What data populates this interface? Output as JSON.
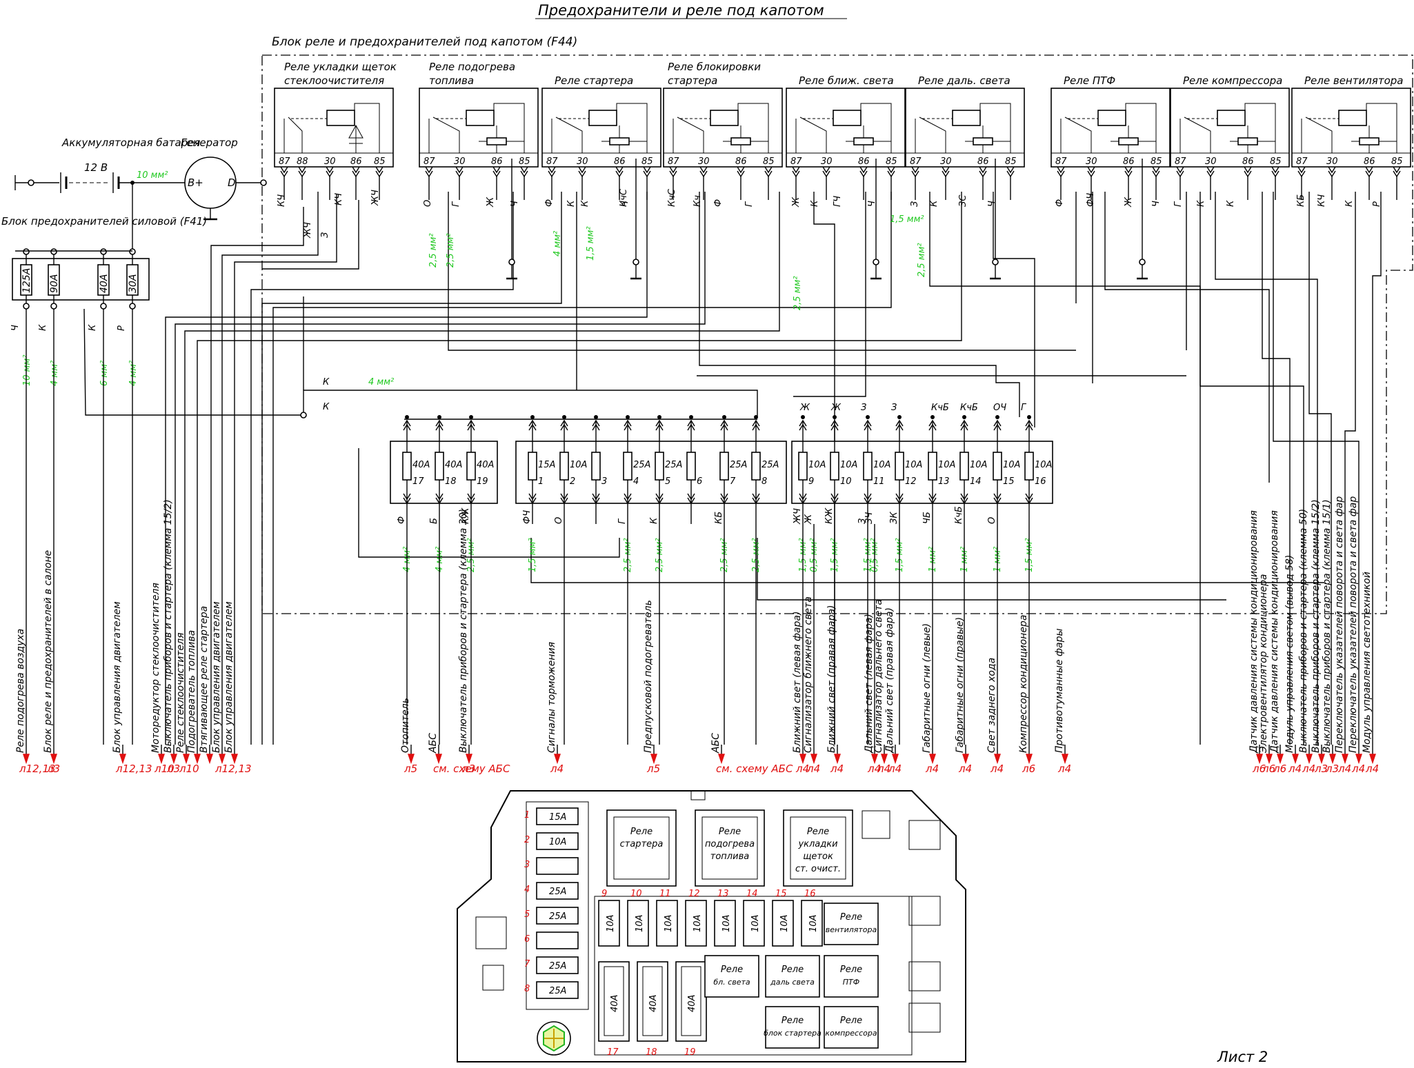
{
  "header": {
    "title": "Предохранители и реле под капотом",
    "block_label": "Блок реле и предохранителей под капотом (F44)",
    "sheet": "Лист 2"
  },
  "left": {
    "battery": "Аккумуляторная батарея",
    "battery_voltage": "12 В",
    "generator": "Генератор",
    "gen_b": "B+",
    "gen_d": "D",
    "main_wire": "10 мм²",
    "power_block": "Блок предохранителей силовой (F41)",
    "power_fuses": [
      "125А",
      "90А",
      "40А",
      "30А"
    ],
    "power_colors": [
      "Ч",
      "К",
      "К",
      "Р"
    ],
    "power_sections": [
      "10 мм²",
      "4 мм²",
      "6 мм²",
      "4 мм²"
    ]
  },
  "relays": [
    {
      "name": "Реле укладки щеток стеклоочистителя",
      "pins": [
        "87",
        "88",
        "30",
        "86",
        "85"
      ]
    },
    {
      "name": "Реле подогрева топлива",
      "pins": [
        "87",
        "30",
        "86",
        "85"
      ]
    },
    {
      "name": "Реле стартера",
      "pins": [
        "87",
        "30",
        "86",
        "85"
      ]
    },
    {
      "name": "Реле блокировки стартера",
      "pins": [
        "87",
        "30",
        "86",
        "85"
      ]
    },
    {
      "name": "Реле ближ. света",
      "pins": [
        "87",
        "30",
        "86",
        "85"
      ]
    },
    {
      "name": "Реле даль. света",
      "pins": [
        "87",
        "30",
        "86",
        "85"
      ]
    },
    {
      "name": "Реле ПТФ",
      "pins": [
        "87",
        "30",
        "86",
        "85"
      ]
    },
    {
      "name": "Реле компрессора",
      "pins": [
        "87",
        "30",
        "86",
        "85"
      ]
    },
    {
      "name": "Реле вентилятора",
      "pins": [
        "87",
        "30",
        "86",
        "85"
      ]
    }
  ],
  "relay_wires": {
    "r1": [
      "КЧ",
      "ЖЧ",
      "КЧ",
      "ЖЧ",
      "З"
    ],
    "r2": [
      "О",
      "Г",
      "Ж",
      "Ч"
    ],
    "r3": [
      "Ф",
      "К",
      "К",
      "КчС",
      "Ч"
    ],
    "r4": [
      "КчС",
      "Кч",
      "Ф",
      "Г"
    ],
    "r5": [
      "Ж",
      "К",
      "ГЧ",
      "Ч"
    ],
    "r6": [
      "З",
      "К",
      "ЗС",
      "Ч"
    ],
    "r7": [
      "Ф",
      "ФЧ",
      "Ж",
      "Ч"
    ],
    "r8": [
      "Г",
      "К",
      "К"
    ],
    "r9": [
      "КБ",
      "КЧ",
      "К",
      "Р"
    ]
  },
  "relay_sections": [
    "2,5 мм²",
    "2,5 мм²",
    "4 мм²",
    "1,5 мм²",
    "2,5 мм²",
    "1,5 мм²",
    "2,5 мм²"
  ],
  "bus": {
    "k1": "К",
    "k2": "К",
    "sec": "4 мм²"
  },
  "fuse_groups": [
    {
      "fuses": [
        {
          "n": "17",
          "a": "40А"
        },
        {
          "n": "18",
          "a": "40А"
        },
        {
          "n": "19",
          "a": "40А"
        }
      ]
    },
    {
      "fuses": [
        {
          "n": "1",
          "a": "15А"
        },
        {
          "n": "2",
          "a": "10А"
        },
        {
          "n": "3",
          "a": ""
        },
        {
          "n": "4",
          "a": "25А"
        },
        {
          "n": "5",
          "a": "25А"
        },
        {
          "n": "6",
          "a": ""
        },
        {
          "n": "7",
          "a": "25А"
        },
        {
          "n": "8",
          "a": "25А"
        }
      ]
    },
    {
      "fuses": [
        {
          "n": "9",
          "a": "10А"
        },
        {
          "n": "10",
          "a": "10А"
        },
        {
          "n": "11",
          "a": "10А"
        },
        {
          "n": "12",
          "a": "10А"
        },
        {
          "n": "13",
          "a": "10А"
        },
        {
          "n": "14",
          "a": "10А"
        },
        {
          "n": "15",
          "a": "10А"
        },
        {
          "n": "16",
          "a": "10А"
        }
      ]
    }
  ],
  "fuse_top_colors": [
    "Ж",
    "Ж",
    "З",
    "З",
    "КчБ",
    "КчБ",
    "ОЧ",
    "Г"
  ],
  "fuse_bottom": [
    {
      "c": "Ф",
      "s": "4 мм²"
    },
    {
      "c": "Б",
      "s": "4 мм²"
    },
    {
      "c": "КЖ",
      "s": "2,5 мм²"
    },
    {
      "c": "ФЧ",
      "s": "1,5 мм²"
    },
    {
      "c": "О",
      "s": ""
    },
    {
      "c": "Г",
      "s": "2,5 мм²"
    },
    {
      "c": "К",
      "s": "2,5 мм²"
    },
    {
      "c": "КБ",
      "s": "2,5 мм²"
    },
    {
      "c": "",
      "s": "2,5 мм²"
    },
    {
      "c": "ЖЧ",
      "s": "1,5 мм²"
    },
    {
      "c": "Ж",
      "s": "0,5 мм²"
    },
    {
      "c": "КЖ",
      "s": "1,5 мм²"
    },
    {
      "c": "З",
      "s": "1,5 мм²"
    },
    {
      "c": "ЗЧ",
      "s": "0,5 мм²"
    },
    {
      "c": "ЗК",
      "s": "1,5 мм²"
    },
    {
      "c": "ЧБ",
      "s": "1 мм²"
    },
    {
      "c": "КчБ",
      "s": "1 мм²"
    },
    {
      "c": "О",
      "s": "1 мм²"
    },
    {
      "c": "",
      "s": "1,5 мм²"
    }
  ],
  "destinations": [
    {
      "label": "Реле подогрева воздуха",
      "ref": "л12,13"
    },
    {
      "label": "Блок реле и предохранителей в салоне",
      "ref": "л3"
    },
    {
      "label": "Блок управления двигателем",
      "ref": "л12,13"
    },
    {
      "label": "Моторедуктор стеклоочистителя",
      "ref": "л10"
    },
    {
      "label": "Выключатель приборов и стартера (клемма 15/2)",
      "ref": "л3"
    },
    {
      "label": "Реле стеклоочистителя",
      "ref": "л10"
    },
    {
      "label": "Подогреватель топлива",
      "ref": ""
    },
    {
      "label": "Втягивающее реле стартера",
      "ref": ""
    },
    {
      "label": "Блок управления двигателем",
      "ref": "л12,13"
    },
    {
      "label": "Блок управления двигателем",
      "ref": ""
    },
    {
      "label": "Отопитель",
      "ref": "л5"
    },
    {
      "label": "АБС",
      "ref": "см. схему АБС"
    },
    {
      "label": "Выключатель приборов и стартера (клемма 30)",
      "ref": "л3"
    },
    {
      "label": "Сигналы торможения",
      "ref": "л4"
    },
    {
      "label": "Предпусковой подогреватель",
      "ref": "л5"
    },
    {
      "label": "АБС",
      "ref": "см. схему АБС"
    },
    {
      "label": "Ближний свет (левая фара)",
      "ref": "л4"
    },
    {
      "label": "Сигнализатор ближнего света",
      "ref": "л4"
    },
    {
      "label": "Ближний свет (правая фара)",
      "ref": "л4"
    },
    {
      "label": "Дальний свет (левая фара)",
      "ref": "л4"
    },
    {
      "label": "Сигнализатор дальнего света",
      "ref": "л4"
    },
    {
      "label": "Дальний свет (правая фара)",
      "ref": "л4"
    },
    {
      "label": "Габаритные огни (левые)",
      "ref": "л4"
    },
    {
      "label": "Габаритные огни (правые)",
      "ref": "л4"
    },
    {
      "label": "Свет заднего хода",
      "ref": "л4"
    },
    {
      "label": "Компрессор кондиционера",
      "ref": "л6"
    },
    {
      "label": "Противотуманные фары",
      "ref": "л4"
    },
    {
      "label": "Датчик давления системы кондиционирования",
      "ref": "л6"
    },
    {
      "label": "Электровентилятор кондиционера",
      "ref": "л6"
    },
    {
      "label": "Датчик давления системы кондиционирования",
      "ref": "л6"
    },
    {
      "label": "Модуль управления светом (вывод 58)",
      "ref": "л4"
    },
    {
      "label": "Выключатель приборов и стартера (клемма 50)",
      "ref": "л4"
    },
    {
      "label": "Выключатель приборов и стартера (клемма 15/2)",
      "ref": "л3"
    },
    {
      "label": "Выключатель приборов и стартера (клемма 15/1)",
      "ref": "л3"
    },
    {
      "label": "Переключатель указателей поворота и света фар",
      "ref": "л4"
    },
    {
      "label": "Переключатель указателей поворота и света фар",
      "ref": "л4"
    },
    {
      "label": "Модуль управления светотехникой",
      "ref": "л4"
    }
  ],
  "layout_box": {
    "left_fuses": [
      {
        "n": "1",
        "a": "15А"
      },
      {
        "n": "2",
        "a": "10А"
      },
      {
        "n": "3",
        "a": ""
      },
      {
        "n": "4",
        "a": "25А"
      },
      {
        "n": "5",
        "a": "25А"
      },
      {
        "n": "6",
        "a": ""
      },
      {
        "n": "7",
        "a": "25А"
      },
      {
        "n": "8",
        "a": "25А"
      }
    ],
    "top_relays": [
      "Реле стартера",
      "Реле подогрева топлива",
      "Реле укладки щеток ст. очист."
    ],
    "mid_numbers": [
      "9",
      "10",
      "11",
      "12",
      "13",
      "14",
      "15",
      "16"
    ],
    "mid_fuse": "10А",
    "big_fuses": [
      {
        "n": "17",
        "a": "40А"
      },
      {
        "n": "18",
        "a": "40А"
      },
      {
        "n": "19",
        "a": "40А"
      }
    ],
    "relays_grid": [
      "Реле вентилятора",
      "Реле бл. света",
      "Реле даль света",
      "Реле ПТФ",
      "Реле блок стартера",
      "Реле компрессора"
    ]
  }
}
